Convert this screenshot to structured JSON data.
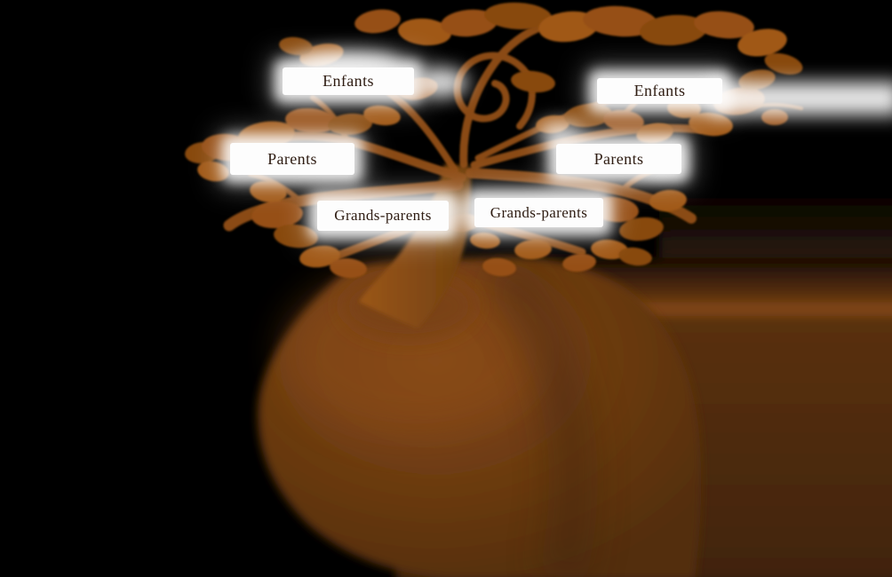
{
  "tree_labels": {
    "children_left": "Enfants",
    "children_right": "Enfants",
    "parents_left": "Parents",
    "parents_right": "Parents",
    "grandparents_left": "Grands-parents",
    "grandparents_right": "Grands-parents"
  },
  "palette": {
    "background": "#000000",
    "foliage_main": "#965014",
    "foliage_light": "#a05818",
    "foliage_dark": "#884910",
    "branch": "#8f4e14",
    "trunk_light": "#9a5617",
    "trunk_dark": "#70400f",
    "mound_light": "#83471a",
    "mound_dark": "#522d0e",
    "ground_band_bright": "#7e4412",
    "ground_dark": "#4a280c",
    "label_background": "#ffffff",
    "label_text": "#2e1c12"
  }
}
